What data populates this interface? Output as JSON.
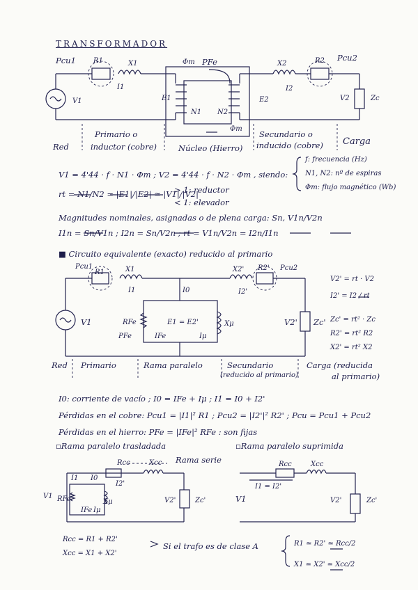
{
  "title": "TRANSFORMADOR",
  "fig1": {
    "p_left": "Pcu1",
    "r1": "R1",
    "x1": "X1",
    "i1": "I1",
    "e1": "E1",
    "n1": "N1",
    "phi_m": "Φm",
    "pfe": "PFe",
    "n2": "N2",
    "x2": "X2",
    "r2": "R2",
    "p_right": "Pcu2",
    "i2": "I2",
    "e2": "E2",
    "v1": "V1",
    "v2": "V2",
    "zc": "Zc",
    "red": "Red",
    "primario": "Primario o",
    "inductor": "inductor (cobre)",
    "nucleo": "Núcleo (Hierro)",
    "secundario": "Secundario o",
    "inducido": "inducido (cobre)",
    "carga": "Carga"
  },
  "equations": {
    "emf": "V1 = 4'44 · f · N1 · Φm ; V2 = 4'44 · f · N2 · Φm , siendo:",
    "legend_f": "f: frecuencia (Hz)",
    "legend_n": "N1, N2: nº de espiras",
    "legend_phi": "Φm: flujo magnético (Wb)",
    "rt": "rt = N1/N2 = |E1|/|E2| ≃ |V1|/|V2|",
    "reductor": "> 1: reductor",
    "elevador": "< 1: elevador",
    "nominal": "Magnitudes nominales, asignadas o de plena carga: Sn, V1n/V2n",
    "i1n": "I1n = Sn/V1n ; I2n = Sn/V2n ; rt = V1n/V2n = I2n/I1n"
  },
  "section2": {
    "heading": "Circuito equivalente (exacto) reducido al primario",
    "pcu1": "Pcu1",
    "r1": "R1",
    "x1": "X1",
    "x2p": "X2'",
    "r2p": "R2'",
    "pcu2": "Pcu2",
    "i1": "I1",
    "i0": "I0",
    "i2p": "I2'",
    "v1": "V1",
    "rfe": "RFe",
    "e1": "E1 = E2'",
    "xmu": "Xμ",
    "pfe": "PFe",
    "ife": "IFe",
    "imu": "Iμ",
    "v2p": "V2'",
    "zcp": "Zc'",
    "red": "Red",
    "primario": "Primario",
    "rama": "Rama paralelo",
    "secundario": "Secundario",
    "reducido": "(reducido al primario)",
    "carga": "Carga (reducida",
    "carga2": "al primario)",
    "f_v2": "V2' = rt · V2",
    "f_i2": "I2' = I2 / rt",
    "f_zc": "Zc' = rt² · Zc",
    "f_r2": "R2' = rt² R2",
    "f_x2": "X2' = rt² X2"
  },
  "notes": {
    "i0": "I0: corriente de vacío ; I0 = IFe + Iμ ; I1 = I0 + I2'",
    "cobre": "Pérdidas en el cobre: Pcu1 = |I1|² R1 ; Pcu2 = |I2'|² R2' ; Pcu = Pcu1 + Pcu2",
    "hierro": "Pérdidas en el hierro: PFe = |IFe|² RFe : son fijas",
    "trasladada": "Rama paralelo trasladada",
    "suprimida": "Rama paralelo suprimida"
  },
  "bottom": {
    "rcc": "Rcc",
    "xcc": "Xcc",
    "rama_serie": "Rama serie",
    "i1": "I1",
    "i0": "I0",
    "i2p": "I2'",
    "v1": "V1",
    "rfe": "RFe",
    "xmu": "Xμ",
    "v2p": "V2'",
    "zcp": "Zc'",
    "ife": "IFe",
    "imu": "Iμ",
    "rcc2": "Rcc",
    "xcc2": "Xcc",
    "i1eq": "I1 = I2'",
    "v1b": "V1",
    "v2pb": "V2'",
    "zcpb": "Zc'",
    "rcc_def": "Rcc = R1 + R2'",
    "xcc_def": "Xcc = X1 + X2'",
    "clase": "Si el trafo es de clase A",
    "r_split": "R1 ≃ R2' ≃ Rcc/2",
    "x_split": "X1 ≃ X2' ≃ Xcc/2"
  }
}
